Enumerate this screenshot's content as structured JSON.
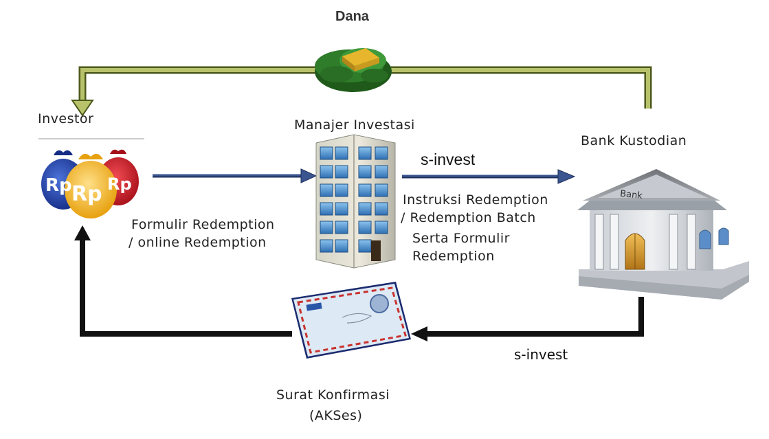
{
  "top": {
    "dana": "Dana"
  },
  "nodes": {
    "investor": {
      "label": "Investor",
      "bag_texts": [
        "Rp",
        "Rp",
        "Rp"
      ]
    },
    "manajer": {
      "label": "Manajer Investasi"
    },
    "bank": {
      "label": "Bank Kustodian",
      "sign": "Bank"
    },
    "surat": {
      "line1": "Surat Konfirmasi",
      "line2": "(AKSes)"
    }
  },
  "edges": {
    "investor_to_mi": {
      "line1": "Formulir Redemption",
      "line2": "/ online Redemption"
    },
    "mi_to_bank": {
      "title": "s-invest",
      "line1": "Instruksi Redemption",
      "line2": "/ Redemption Batch",
      "line3": "Serta Formulir",
      "line4": "Redemption"
    },
    "bank_to_surat": {
      "label": "s-invest"
    }
  },
  "colors": {
    "dana_arrow": "#b8c26a",
    "dana_arrow_edge": "#4c5a1c",
    "blue_arrow": "#3b5590",
    "black_arrow": "#111111",
    "bag_red": "#d8202b",
    "bag_blue": "#1f3fae",
    "bag_yellow": "#f4b51a",
    "building_blue": "#5aa0d8",
    "bank_stone": "#d9dde2",
    "envelope": "#dde9f5"
  }
}
